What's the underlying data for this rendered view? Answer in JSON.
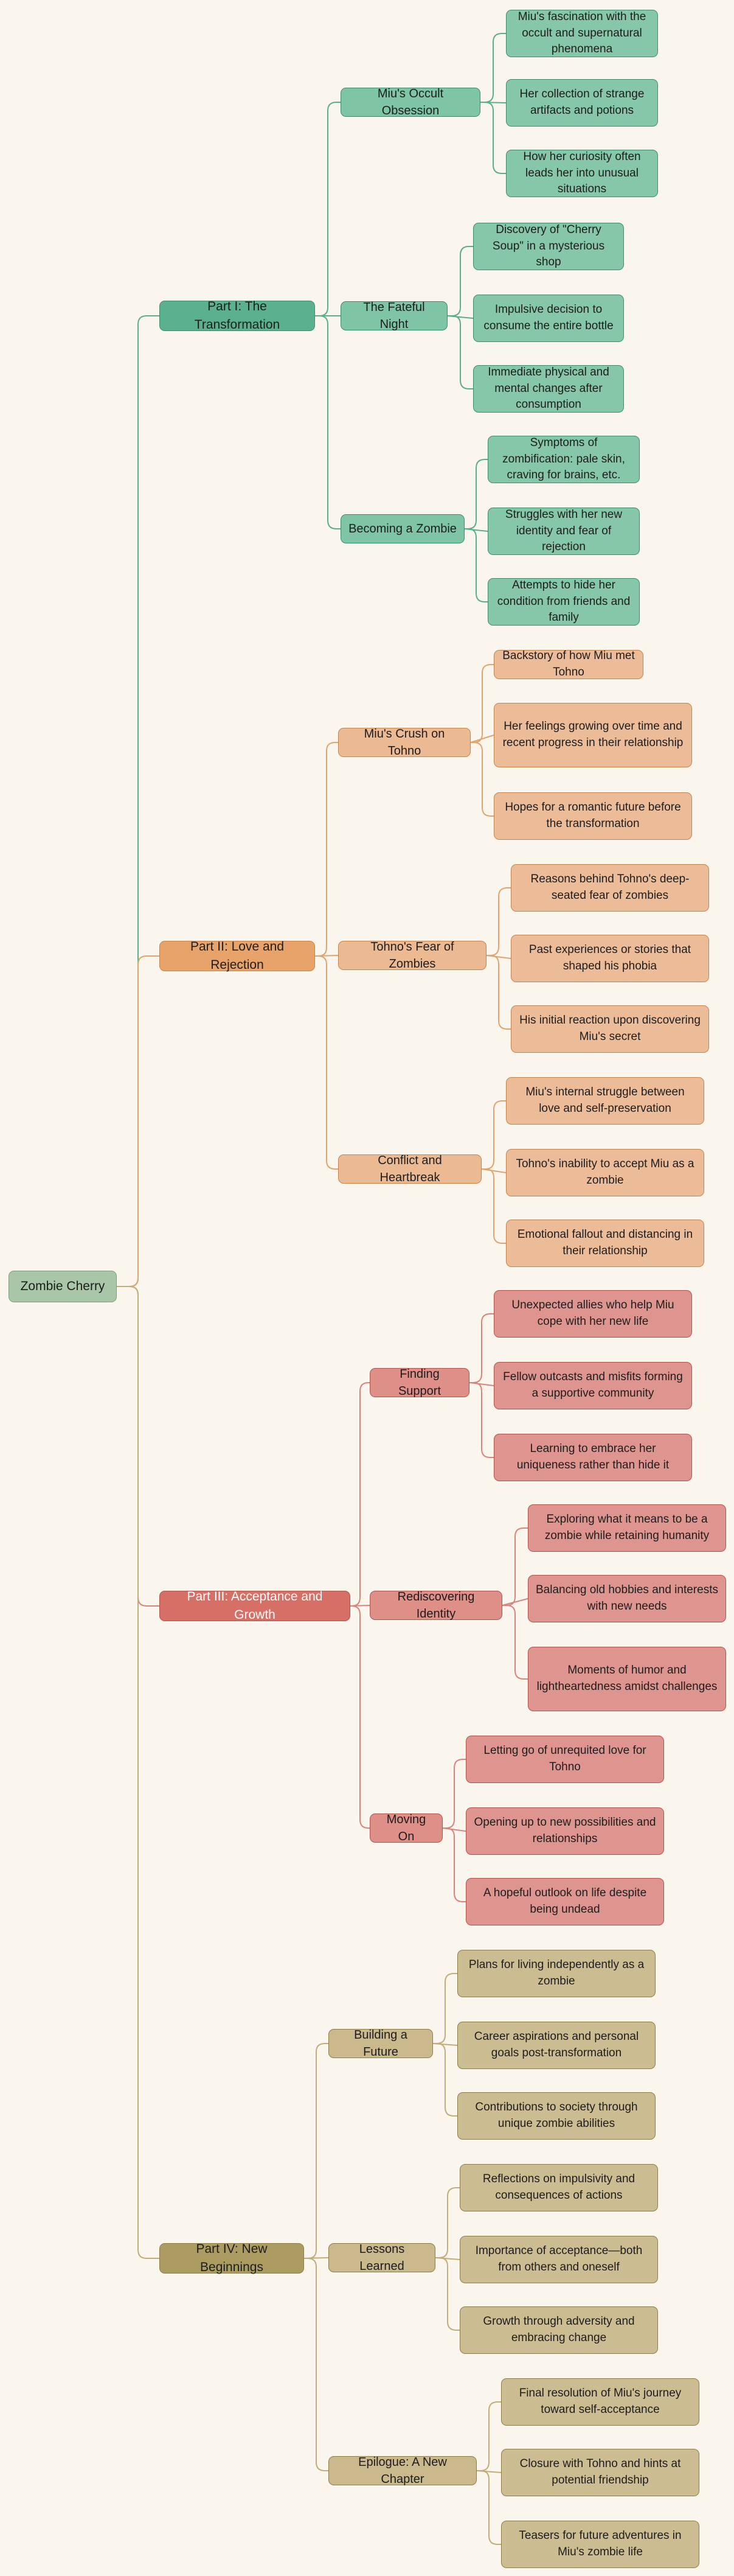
{
  "colors": {
    "background": "#faf6ee",
    "root_fill": "#a9c6a8",
    "root_stroke": "#7fa07e",
    "branches": [
      {
        "main": "#5bb18e",
        "sub": "#7ec5a5",
        "leaf": "#85c7a8",
        "stroke": "#3c8f6b",
        "edge": "#5bae8a"
      },
      {
        "main": "#e7a36a",
        "sub": "#ecba92",
        "leaf": "#ecbc98",
        "stroke": "#c8834a",
        "edge": "#e0a46e"
      },
      {
        "main": "#d66f66",
        "sub": "#de8f88",
        "leaf": "#df958f",
        "stroke": "#b85149",
        "edge": "#d8847c"
      },
      {
        "main": "#ad9c62",
        "sub": "#c9b98d",
        "leaf": "#cbbc91",
        "stroke": "#8e7e44",
        "edge": "#c1ad7a"
      }
    ]
  },
  "mindmap": {
    "root": "Zombie Cherry",
    "branches": [
      {
        "label": "Part I: The Transformation",
        "children": [
          {
            "label": "Miu's Occult Obsession",
            "children": [
              "Miu's fascination with the occult and supernatural phenomena",
              "Her collection of strange artifacts and potions",
              "How her curiosity often leads her into unusual situations"
            ]
          },
          {
            "label": "The Fateful Night",
            "children": [
              "Discovery of \"Cherry Soup\" in a mysterious shop",
              "Impulsive decision to consume the entire bottle",
              "Immediate physical and mental changes after consumption"
            ]
          },
          {
            "label": "Becoming a Zombie",
            "children": [
              "Symptoms of zombification: pale skin, craving for brains, etc.",
              "Struggles with her new identity and fear of rejection",
              "Attempts to hide her condition from friends and family"
            ]
          }
        ]
      },
      {
        "label": "Part II: Love and Rejection",
        "children": [
          {
            "label": "Miu's Crush on Tohno",
            "children": [
              "Backstory of how Miu met Tohno",
              "Her feelings growing over time and recent progress in their relationship",
              "Hopes for a romantic future before the transformation"
            ]
          },
          {
            "label": "Tohno's Fear of Zombies",
            "children": [
              "Reasons behind Tohno's deep-seated fear of zombies",
              "Past experiences or stories that shaped his phobia",
              "His initial reaction upon discovering Miu's secret"
            ]
          },
          {
            "label": "Conflict and Heartbreak",
            "children": [
              "Miu's internal struggle between love and self-preservation",
              "Tohno's inability to accept Miu as a zombie",
              "Emotional fallout and distancing in their relationship"
            ]
          }
        ]
      },
      {
        "label": "Part III: Acceptance and Growth",
        "children": [
          {
            "label": "Finding Support",
            "children": [
              "Unexpected allies who help Miu cope with her new life",
              "Fellow outcasts and misfits forming a supportive community",
              "Learning to embrace her uniqueness rather than hide it"
            ]
          },
          {
            "label": "Rediscovering Identity",
            "children": [
              "Exploring what it means to be a zombie while retaining humanity",
              "Balancing old hobbies and interests with new needs",
              "Moments of humor and lightheartedness amidst challenges"
            ]
          },
          {
            "label": "Moving On",
            "children": [
              "Letting go of unrequited love for Tohno",
              "Opening up to new possibilities and relationships",
              "A hopeful outlook on life despite being undead"
            ]
          }
        ]
      },
      {
        "label": "Part IV: New Beginnings",
        "children": [
          {
            "label": "Building a Future",
            "children": [
              "Plans for living independently as a zombie",
              "Career aspirations and personal goals post-transformation",
              "Contributions to society through unique zombie abilities"
            ]
          },
          {
            "label": "Lessons Learned",
            "children": [
              "Reflections on impulsivity and consequences of actions",
              "Importance of acceptance—both from others and oneself",
              "Growth through adversity and embracing change"
            ]
          },
          {
            "label": "Epilogue: A New Chapter",
            "children": [
              "Final resolution of Miu's journey toward self-acceptance",
              "Closure with Tohno and hints at potential friendship",
              "Teasers for future adventures in Miu's zombie life"
            ]
          }
        ]
      }
    ]
  }
}
